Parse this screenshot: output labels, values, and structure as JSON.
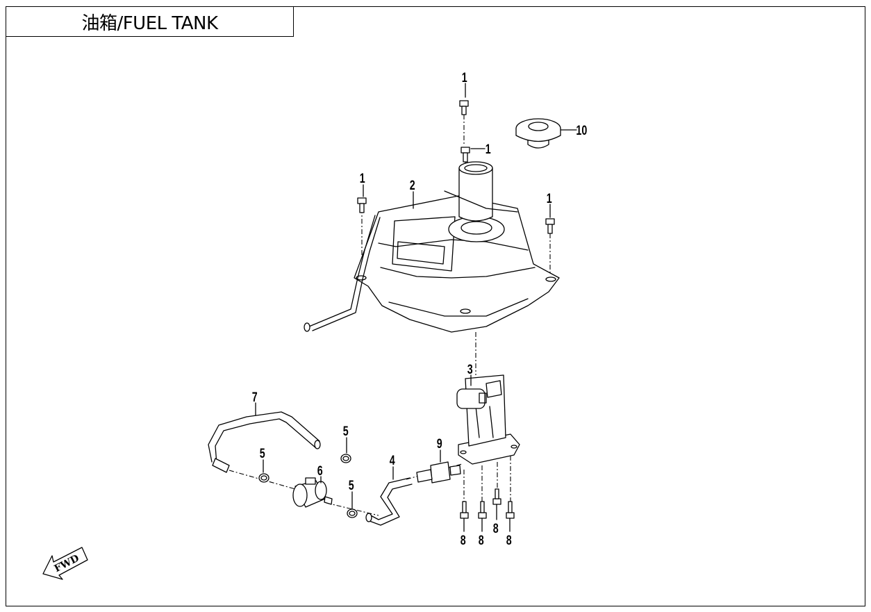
{
  "title": "油箱/FUEL TANK",
  "fwd_label": "FWD",
  "callouts": {
    "bolt_top": "1",
    "bolt_top_lower": "1",
    "bolt_left": "1",
    "bolt_right": "1",
    "fuel_tank": "2",
    "fuel_pump": "3",
    "hose_4": "4",
    "clamp_upper": "5",
    "clamp_left": "5",
    "clamp_lower": "5",
    "fuel_filter": "6",
    "hose_7": "7",
    "bolt_8a": "8",
    "bolt_8b": "8",
    "bolt_8c": "8",
    "bolt_8d": "8",
    "connector_9": "9",
    "fuel_cap": "10"
  }
}
